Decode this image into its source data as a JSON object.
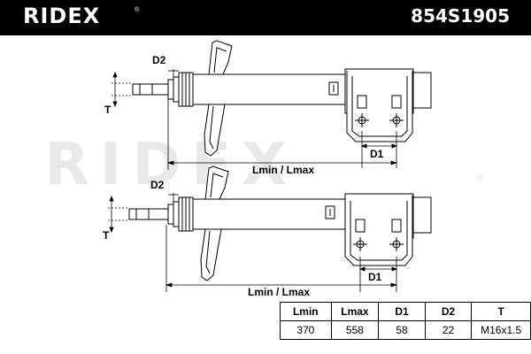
{
  "header": {
    "brand": "RIDEX",
    "registered_mark": "®",
    "part_number": "854S1905"
  },
  "watermark": {
    "text": "RIDEX",
    "registered_mark": "®"
  },
  "drawing_labels": {
    "d2": "D2",
    "t": "T",
    "d1": "D1",
    "length": "Lmin / Lmax"
  },
  "specs": {
    "headers": [
      "Lmin",
      "Lmax",
      "D1",
      "D2",
      "T"
    ],
    "values": [
      "370",
      "558",
      "58",
      "22",
      "M16x1.5"
    ]
  },
  "colors": {
    "header_bg": "#000000",
    "line": "#000000",
    "watermark": "#e6e6e6"
  }
}
